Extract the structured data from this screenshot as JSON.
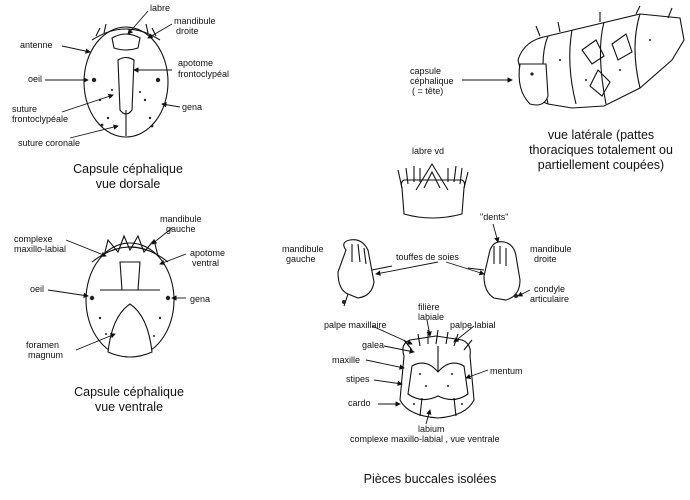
{
  "dorsal": {
    "labels": {
      "labre": "labre",
      "mandibule": "mandibule",
      "droite": "droite",
      "antenne": "antenne",
      "oeil": "oeil",
      "apotome": "apotome",
      "frontoclypeal": "frontoclypéal",
      "suture": "suture",
      "frontoclypeale": "frontoclypéale",
      "gena": "gena",
      "suture_coronale": "suture coronale"
    },
    "caption_1": "Capsule céphalique",
    "caption_2": "vue dorsale"
  },
  "ventral": {
    "labels": {
      "mandibule": "mandibule",
      "gauche": "gauche",
      "complexe": "complexe",
      "maxillo_labial": "maxillo-labial",
      "apotome": "apotome",
      "ventral": "ventral",
      "oeil": "oeil",
      "gena": "gena",
      "foramen": "foramen",
      "magnum": "magnum"
    },
    "caption_1": "Capsule céphalique",
    "caption_2": "vue ventrale"
  },
  "lateral": {
    "capsule_1": "capsule",
    "capsule_2": "céphalique",
    "capsule_3": "( = tête)",
    "caption_1": "vue latérale (pattes",
    "caption_2": "thoraciques totalement ou",
    "caption_3": "partiellement coupées)"
  },
  "mouthparts": {
    "labre_vd": "labre vd",
    "dents": "\"dents\"",
    "mandibule_gauche_1": "mandibule",
    "mandibule_gauche_2": "gauche",
    "touffes": "touffes de soies",
    "mandibule_droite_1": "mandibule",
    "mandibule_droite_2": "droite",
    "condyle_1": "condyle",
    "condyle_2": "articulaire",
    "filiere_1": "filière",
    "filiere_2": "labiale",
    "palpe_maxillaire": "palpe maxillaire",
    "palpe_labial": "palpe labial",
    "galea": "galea",
    "maxille": "maxille",
    "mentum": "mentum",
    "stipes": "stipes",
    "cardo": "cardo",
    "labium": "labium",
    "complexe": "complexe maxillo-labial , vue ventrale",
    "caption": "Pièces buccales isolées"
  }
}
